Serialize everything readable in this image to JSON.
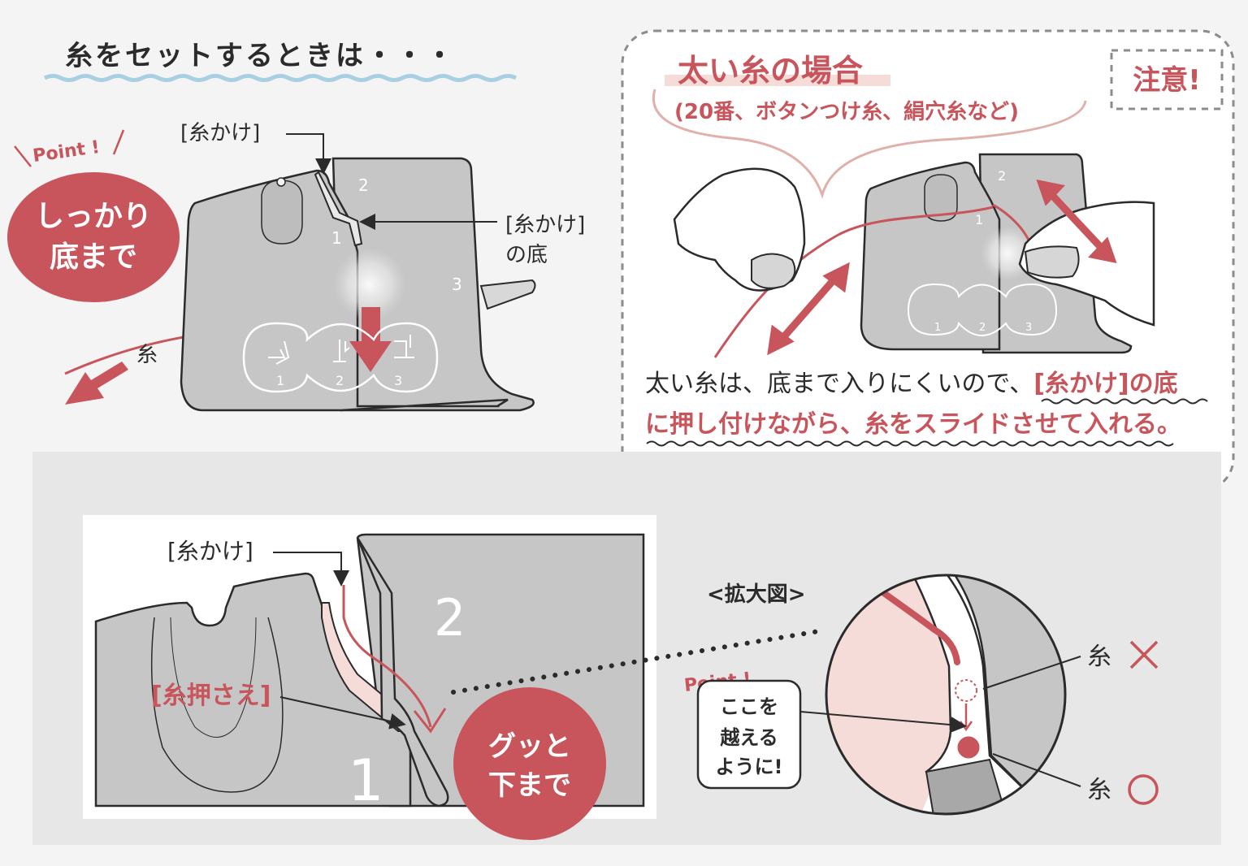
{
  "title": "糸をセットするときは・・・",
  "colors": {
    "accent": "#c8555b",
    "accent_light": "#f5dcd8",
    "machine_gray": "#c6c6c6",
    "machine_dark": "#9a9a9a",
    "outline": "#2b2b2b",
    "panel_bg": "#e6e7e6",
    "page_bg": "#f3f4f3",
    "wave": "#a9cfe3"
  },
  "left_diagram": {
    "point_label": "Point !",
    "badge_line1": "しっかり",
    "badge_line2": "底まで",
    "label_top": "[糸かけ]",
    "label_right_line1": "[糸かけ]",
    "label_right_line2": "の底",
    "thread_label": "糸",
    "slot_numbers": [
      "1",
      "2",
      "3"
    ],
    "dial_numbers": [
      "1",
      "2",
      "3"
    ]
  },
  "caution_box": {
    "heading": "太い糸の場合",
    "subheading": "(20番、ボタンつけ糸、絹穴糸など)",
    "badge": "注意!",
    "slot_numbers": [
      "1",
      "2"
    ],
    "dial_numbers": [
      "1",
      "2",
      "3"
    ],
    "text_line1_plain": "太い糸は、底まで入りにくいので、",
    "text_line1_emph": "[糸かけ]の底",
    "text_line2_emph": "に押し付けながら、糸をスライドさせて入れる。"
  },
  "bottom_panel": {
    "label_top": "[糸かけ]",
    "label_press": "[糸押さえ]",
    "slot_1": "1",
    "slot_2": "2",
    "badge_line1": "グッと",
    "badge_line2": "下まで",
    "zoom_title": "<拡大図>",
    "point_label": "Point !",
    "callout_line1": "ここを",
    "callout_line2": "越える",
    "callout_line3": "ように!",
    "wrong_label": "糸",
    "right_label": "糸"
  }
}
